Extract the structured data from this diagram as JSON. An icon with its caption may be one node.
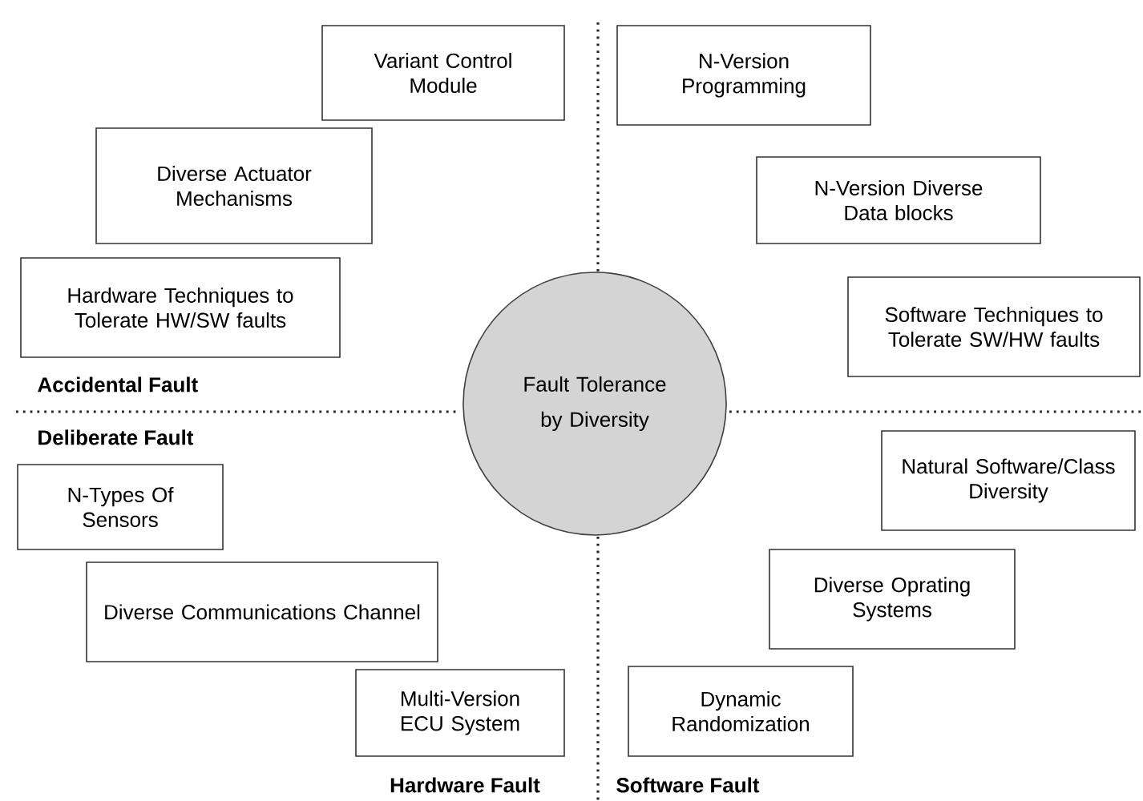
{
  "diagram": {
    "nodes": [
      {
        "text": [
          "Variant Control Module"
        ]
      },
      {
        "text": [
          "N-Version Programming"
        ]
      },
      {
        "text": [
          "Diverse Actuator Mechanisms"
        ]
      },
      {
        "text": [
          "N-Version Diverse Data blocks"
        ]
      },
      {
        "text": [
          "Hardware Techniques to Tolerate HW/SW faults"
        ]
      },
      {
        "text": [
          "Software Techniques to Tolerate SW/HW faults"
        ]
      },
      {
        "text": [
          "Fault Tolerance by Diversity"
        ]
      },
      {
        "text": [
          "N-Types Of Sensors"
        ]
      },
      {
        "text": [
          "Natural Software/Class Diversity"
        ]
      },
      {
        "text": [
          "Diverse Communications Channel"
        ]
      },
      {
        "text": [
          "Diverse Oprating Systems"
        ]
      },
      {
        "text": [
          "Multi-Version ECU System"
        ]
      },
      {
        "text": [
          "Dynamic Randomization"
        ]
      }
    ],
    "labels": [
      "Accidental Fault",
      "Deliberate Fault",
      "Hardware Fault",
      "Software Fault"
    ]
  }
}
